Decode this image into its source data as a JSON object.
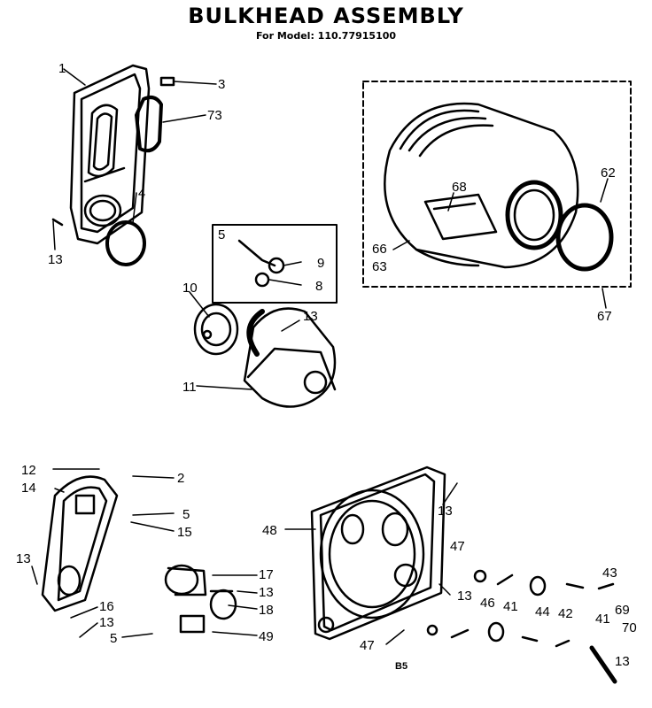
{
  "header": {
    "title": "BULKHEAD ASSEMBLY",
    "subtitle": "For Model: 110.77915100"
  },
  "footer": {
    "page_code": "B5"
  },
  "callouts": {
    "n1": "1",
    "n2": "2",
    "n3": "3",
    "n4": "4",
    "n5": "5",
    "n8": "8",
    "n9": "9",
    "n10": "10",
    "n11": "11",
    "n12": "12",
    "n13": "13",
    "n14": "14",
    "n15": "15",
    "n16": "16",
    "n17": "17",
    "n18": "18",
    "n41": "41",
    "n42": "42",
    "n43": "43",
    "n44": "44",
    "n46": "46",
    "n47": "47",
    "n48": "48",
    "n49": "49",
    "n62": "62",
    "n63": "63",
    "n66": "66",
    "n67": "67",
    "n68": "68",
    "n69": "69",
    "n70": "70",
    "n73": "73"
  }
}
